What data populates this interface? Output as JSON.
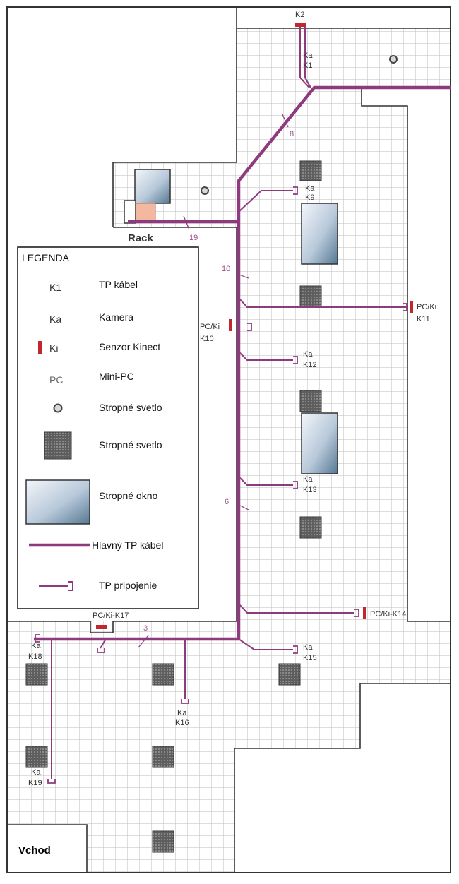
{
  "colors": {
    "cable": "#8e3a7f",
    "label": "#9a4f8c",
    "sensor": "#c0282d",
    "grid": "#bdbdbd",
    "wall": "#333333",
    "tile": "#6a6a6a",
    "window_light": "#eef3f8",
    "window_dark": "#5f7f9e",
    "rack_fill": "#f2b8a0"
  },
  "rooms": {
    "rack": "Rack",
    "entrance": "Vchod"
  },
  "legend": {
    "title": "LEGENDA",
    "items": [
      {
        "symbol": "K1",
        "label": "TP kábel"
      },
      {
        "symbol": "Ka",
        "label": "Kamera"
      },
      {
        "symbol": "Ki",
        "label": "Senzor Kinect"
      },
      {
        "symbol": "PC",
        "label": "Mini-PC"
      },
      {
        "symbol": "circle-light-icon",
        "label": "Stropné svetlo"
      },
      {
        "symbol": "square-light-icon",
        "label": "Stropné svetlo"
      },
      {
        "symbol": "window-icon",
        "label": "Stropné okno"
      },
      {
        "symbol": "main-cable-line",
        "label": "Hlavný TP kábel"
      },
      {
        "symbol": "connection-line",
        "label": "TP pripojenie"
      }
    ]
  },
  "segment_numbers": [
    "8",
    "19",
    "10",
    "6",
    "3"
  ],
  "devices": [
    {
      "type": "Ki",
      "line1": "",
      "line2": "K2"
    },
    {
      "type": "Ka",
      "line1": "Ka",
      "line2": "K1"
    },
    {
      "type": "Ka",
      "line1": "Ka",
      "line2": "K9"
    },
    {
      "type": "Ki",
      "line1": "PC/Ki",
      "line2": "K11"
    },
    {
      "type": "Ki",
      "line1": "PC/Ki",
      "line2": "K10"
    },
    {
      "type": "Ka",
      "line1": "Ka",
      "line2": "K12"
    },
    {
      "type": "Ka",
      "line1": "Ka",
      "line2": "K13"
    },
    {
      "type": "Ki",
      "line1": "PC/Ki-K14",
      "line2": ""
    },
    {
      "type": "Ki",
      "line1": "PC/Ki-K17",
      "line2": ""
    },
    {
      "type": "Ka",
      "line1": "Ka",
      "line2": "K15"
    },
    {
      "type": "Ka",
      "line1": "Ka",
      "line2": "K18"
    },
    {
      "type": "Ka",
      "line1": "Ka",
      "line2": "K16"
    },
    {
      "type": "Ka",
      "line1": "Ka",
      "line2": "K19"
    }
  ]
}
